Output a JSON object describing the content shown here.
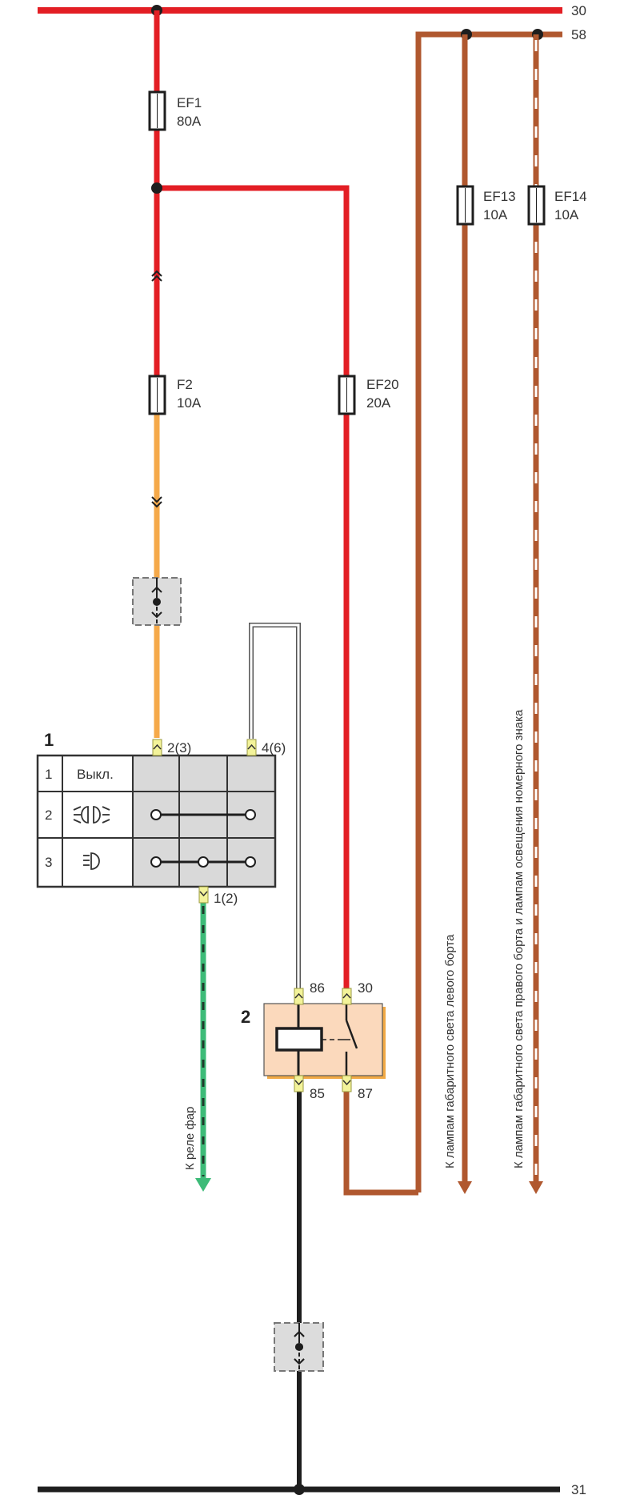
{
  "colors": {
    "red": "#e31e24",
    "brown": "#b0582f",
    "orange": "#f5a94a",
    "green": "#3dbb78",
    "black": "#1e1e1e",
    "relay_fill": "#fbd9bc",
    "relay_shadow": "#f1a945",
    "switch_grey": "#d9d9d9",
    "connector": "#f3f39a"
  },
  "buses": {
    "b30": "30",
    "b58": "58",
    "b31": "31"
  },
  "fuses": {
    "ef1": {
      "name": "EF1",
      "rating": "80A"
    },
    "f2": {
      "name": "F2",
      "rating": "10A"
    },
    "ef20": {
      "name": "EF20",
      "rating": "20A"
    },
    "ef13": {
      "name": "EF13",
      "rating": "10A"
    },
    "ef14": {
      "name": "EF14",
      "rating": "10A"
    }
  },
  "switch": {
    "number": "1",
    "pin_in": "2(3)",
    "pin_out": "4(6)",
    "pin_low": "1(2)",
    "rows": [
      {
        "pos": "1",
        "label": "Выкл.",
        "icon": "off"
      },
      {
        "pos": "2",
        "label": "",
        "icon": "headlight-icon"
      },
      {
        "pos": "3",
        "label": "",
        "icon": "parking-light-icon"
      }
    ]
  },
  "relay": {
    "number": "2",
    "pins": {
      "p86": "86",
      "p30": "30",
      "p85": "85",
      "p87": "87"
    }
  },
  "destinations": {
    "green": "К реле фар",
    "left_side": "К лампам габаритного света левого борта",
    "right_side": "К лампам габаритного света правого борта и лампам освещения номерного знака"
  }
}
